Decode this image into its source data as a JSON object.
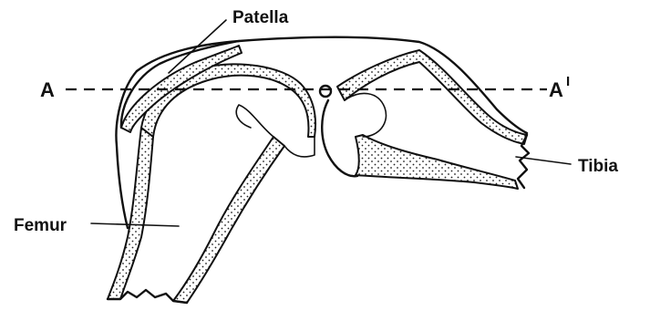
{
  "labels": {
    "patella": "Patella",
    "femur": "Femur",
    "tibia": "Tibia",
    "section_start": "A",
    "section_end_letter": "A",
    "section_end_mark": "I"
  }
}
